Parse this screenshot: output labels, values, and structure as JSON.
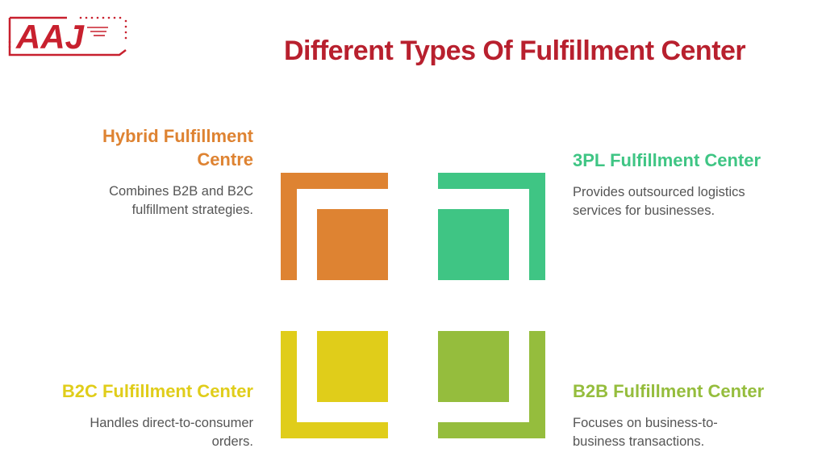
{
  "logo": {
    "text": "AAJ",
    "color": "#c8202e"
  },
  "title": "Different Types Of Fulfillment Center",
  "colors": {
    "title": "#b8202e",
    "hybrid": "#de8332",
    "threepl": "#3fc584",
    "b2c": "#e0cd1a",
    "b2b": "#95bd3d",
    "description": "#555555"
  },
  "quadrants": [
    {
      "id": "hybrid",
      "heading_line1": "Hybrid Fulfillment",
      "heading_line2": "Centre",
      "desc_line1": "Combines B2B and B2C",
      "desc_line2": "fulfillment strategies."
    },
    {
      "id": "threepl",
      "heading": "3PL Fulfillment Center",
      "desc_line1": "Provides outsourced logistics",
      "desc_line2": "services for businesses."
    },
    {
      "id": "b2c",
      "heading": "B2C Fulfillment Center",
      "desc_line1": "Handles direct-to-consumer",
      "desc_line2": "orders."
    },
    {
      "id": "b2b",
      "heading": "B2B Fulfillment Center",
      "desc_line1": "Focuses on business-to-",
      "desc_line2": "business transactions."
    }
  ]
}
